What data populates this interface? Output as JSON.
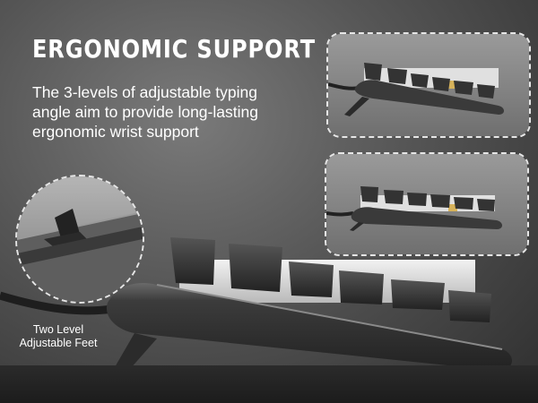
{
  "headline": "ERGONOMIC SUPPORT",
  "description_lines": [
    "The 3-levels of adjustable typing",
    "angle aim to provide long-lasting",
    "ergonomic wrist support"
  ],
  "feet_label_lines": [
    "Two Level",
    "Adjustable Feet"
  ],
  "colors": {
    "background": "#5a5a5a",
    "text": "#ffffff",
    "dashed_border": "#e6e6e6",
    "keyboard_body": "#3a3a3a",
    "keycap": "#2f2f2f",
    "accent_switch": "#d6b25a"
  }
}
